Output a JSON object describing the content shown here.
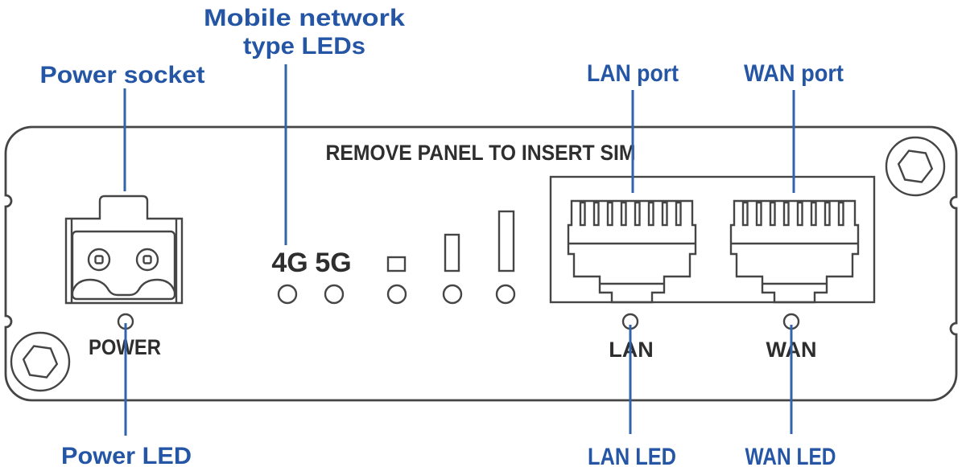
{
  "title": "Router front panel diagram",
  "colors": {
    "label_blue": "#2456A5",
    "line_blue": "#3263AD",
    "device_outline": "#454545",
    "panel_text": "#2e2e2e"
  },
  "callouts": {
    "power_socket": "Power socket",
    "mobile_network_line1": "Mobile network",
    "mobile_network_line2": "type LEDs",
    "lan_port": "LAN port",
    "wan_port": "WAN port",
    "power_led": "Power LED",
    "lan_led": "LAN LED",
    "wan_led": "WAN LED"
  },
  "panel": {
    "sim_notice": "REMOVE PANEL TO INSERT SIM",
    "indicators": {
      "mobile_4g": "4G",
      "mobile_5g": "5G"
    },
    "port_labels": {
      "power": "POWER",
      "lan": "LAN",
      "wan": "WAN"
    }
  }
}
